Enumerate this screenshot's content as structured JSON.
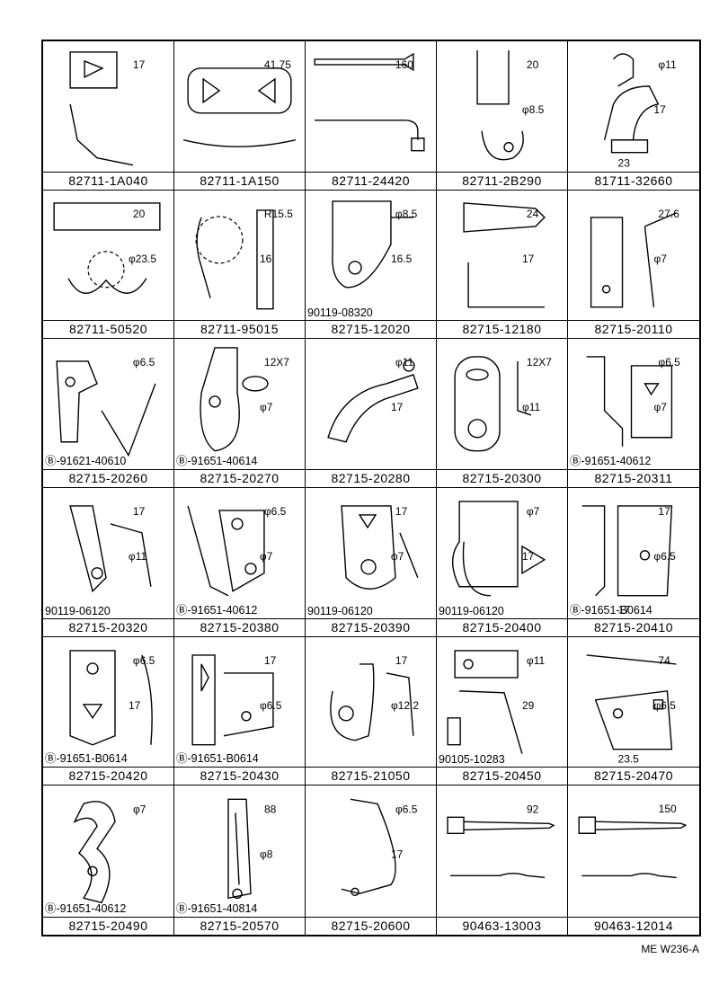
{
  "footer_code": "ME W236-A",
  "parts": [
    {
      "pn": "82711-1A040",
      "icon": "clip-bracket",
      "dims": [
        "17"
      ],
      "note": ""
    },
    {
      "pn": "82711-1A150",
      "icon": "plate-clamp",
      "dims": [
        "41.75"
      ],
      "note": ""
    },
    {
      "pn": "82711-24420",
      "icon": "push-clip-wire",
      "dims": [
        "160"
      ],
      "note": ""
    },
    {
      "pn": "82711-2B290",
      "icon": "hook-bracket",
      "dims": [
        "20",
        "φ8.5"
      ],
      "note": ""
    },
    {
      "pn": "81711-32660",
      "icon": "bent-clamp",
      "dims": [
        "φ11",
        "17",
        "23"
      ],
      "note": ""
    },
    {
      "pn": "82711-50520",
      "icon": "double-clamp",
      "dims": [
        "20",
        "φ23.5"
      ],
      "note": ""
    },
    {
      "pn": "82711-95015",
      "icon": "round-clamp",
      "dims": [
        "R15.5",
        "16"
      ],
      "note": ""
    },
    {
      "pn": "82715-12020",
      "icon": "plate-bracket",
      "dims": [
        "φ8.5",
        "16.5"
      ],
      "note": "90119-08320"
    },
    {
      "pn": "82715-12180",
      "icon": "l-strap",
      "dims": [
        "24",
        "17"
      ],
      "note": ""
    },
    {
      "pn": "82715-20110",
      "icon": "rod-bracket",
      "dims": [
        "27.6",
        "φ7"
      ],
      "note": ""
    },
    {
      "pn": "82715-20260",
      "icon": "v-bracket",
      "dims": [
        "φ6.5"
      ],
      "note": "Ⓑ-91621-40610"
    },
    {
      "pn": "82715-20270",
      "icon": "slot-bracket",
      "dims": [
        "12X7",
        "φ7"
      ],
      "note": "Ⓑ-91651-40614"
    },
    {
      "pn": "82715-20280",
      "icon": "arm-bracket",
      "dims": [
        "φ11",
        "17"
      ],
      "note": ""
    },
    {
      "pn": "82715-20300",
      "icon": "slot-plate",
      "dims": [
        "12X7",
        "φ11"
      ],
      "note": ""
    },
    {
      "pn": "82715-20311",
      "icon": "angle-bracket",
      "dims": [
        "φ6.5",
        "φ7"
      ],
      "note": "Ⓑ-91651-40612"
    },
    {
      "pn": "82715-20320",
      "icon": "bent-strap",
      "dims": [
        "17",
        "φ11"
      ],
      "note": "90119-06120"
    },
    {
      "pn": "82715-20380",
      "icon": "twist-bracket",
      "dims": [
        "φ6.5",
        "φ7"
      ],
      "note": "Ⓑ-91651-40612"
    },
    {
      "pn": "82715-20390",
      "icon": "tri-clip",
      "dims": [
        "17",
        "φ7"
      ],
      "note": "90119-06120"
    },
    {
      "pn": "82715-20400",
      "icon": "curl-bracket",
      "dims": [
        "φ7",
        "17"
      ],
      "note": "90119-06120"
    },
    {
      "pn": "82715-20410",
      "icon": "step-bracket",
      "dims": [
        "17",
        "φ6.5",
        "17"
      ],
      "note": "Ⓑ-91651-B0614"
    },
    {
      "pn": "82715-20420",
      "icon": "flat-strap",
      "dims": [
        "φ6.5",
        "17"
      ],
      "note": "Ⓑ-91651-B0614"
    },
    {
      "pn": "82715-20430",
      "icon": "channel-bracket",
      "dims": [
        "17",
        "φ6.5"
      ],
      "note": "Ⓑ-91651-B0614"
    },
    {
      "pn": "82715-21050",
      "icon": "hook-plate",
      "dims": [
        "17",
        "φ12.2"
      ],
      "note": ""
    },
    {
      "pn": "82715-20450",
      "icon": "offset-bracket",
      "dims": [
        "φ11",
        "29"
      ],
      "note": "90105-10283"
    },
    {
      "pn": "82715-20470",
      "icon": "wide-bracket",
      "dims": [
        "74",
        "φ6.5",
        "23.5"
      ],
      "note": ""
    },
    {
      "pn": "82715-20490",
      "icon": "s-bracket",
      "dims": [
        "φ7"
      ],
      "note": "Ⓑ-91651-40612"
    },
    {
      "pn": "82715-20570",
      "icon": "tall-bracket",
      "dims": [
        "88",
        "φ8"
      ],
      "note": "Ⓑ-91651-40814"
    },
    {
      "pn": "82715-20600",
      "icon": "foot-bracket",
      "dims": [
        "φ6.5",
        "17"
      ],
      "note": ""
    },
    {
      "pn": "90463-13003",
      "icon": "cable-tie",
      "dims": [
        "92"
      ],
      "note": ""
    },
    {
      "pn": "90463-12014",
      "icon": "cable-tie",
      "dims": [
        "150"
      ],
      "note": ""
    }
  ]
}
